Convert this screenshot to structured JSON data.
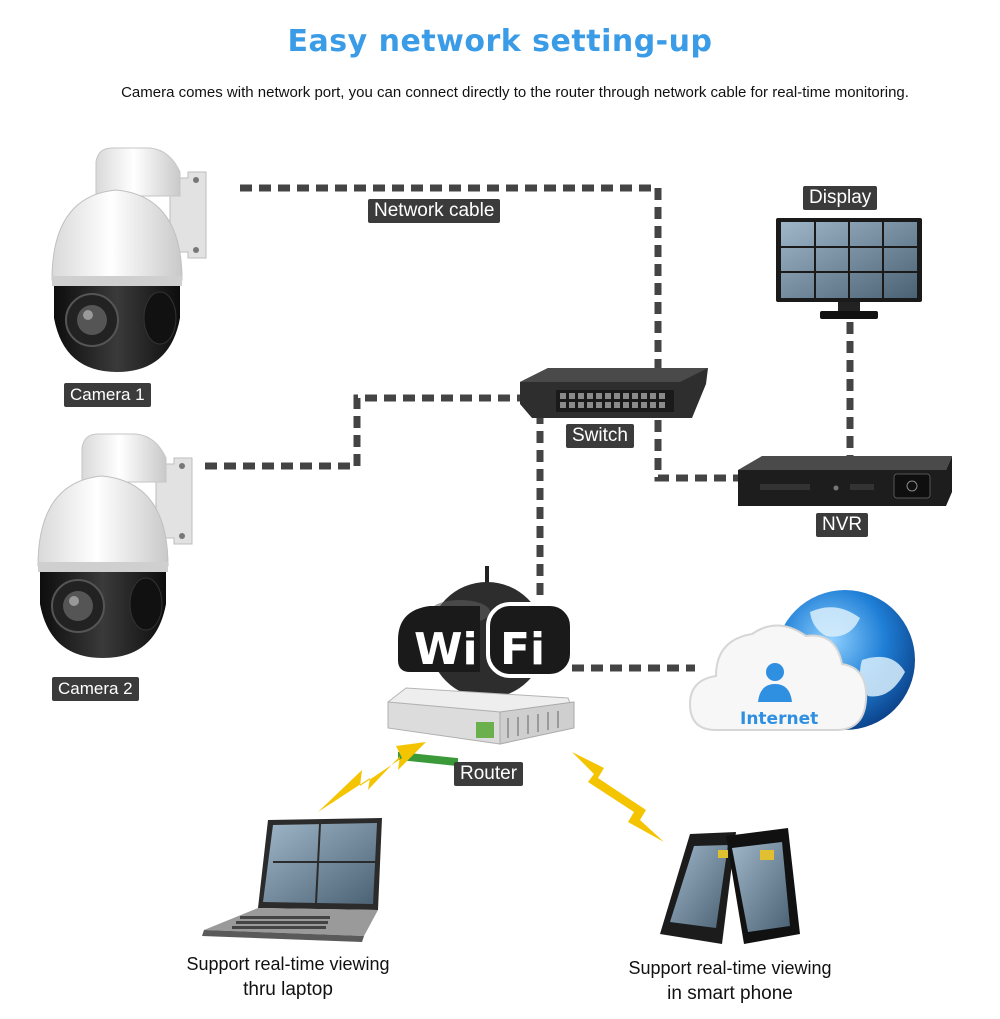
{
  "header": {
    "title": "Easy network setting-up",
    "subtitle": "Camera comes with network port, you can connect directly to the router through network cable for real-time monitoring."
  },
  "labels": {
    "network_cable": "Network cable",
    "display": "Display",
    "camera1": "Camera 1",
    "camera2": "Camera 2",
    "switch": "Switch",
    "nvr": "NVR",
    "router": "Router",
    "internet": "Internet",
    "wifi_left": "Wi",
    "wifi_right": "Fi"
  },
  "captions": {
    "laptop_line1": "Support real-time viewing",
    "laptop_line2": "thru laptop",
    "phone_line1": "Support real-time viewing",
    "phone_line2": "in smart phone"
  },
  "colors": {
    "title": "#3a9be6",
    "label_bg": "#3b3b3b",
    "cable": "#444444",
    "lightning": "#f5c400",
    "globe": "#1f7fd6",
    "internet_text": "#2f8fe0"
  },
  "icons": [
    "camera-icon",
    "switch-icon",
    "display-icon",
    "nvr-icon",
    "router-icon",
    "wifi-icon",
    "cloud-icon",
    "globe-icon",
    "user-icon",
    "lightning-icon",
    "laptop-icon",
    "smartphone-icon"
  ]
}
